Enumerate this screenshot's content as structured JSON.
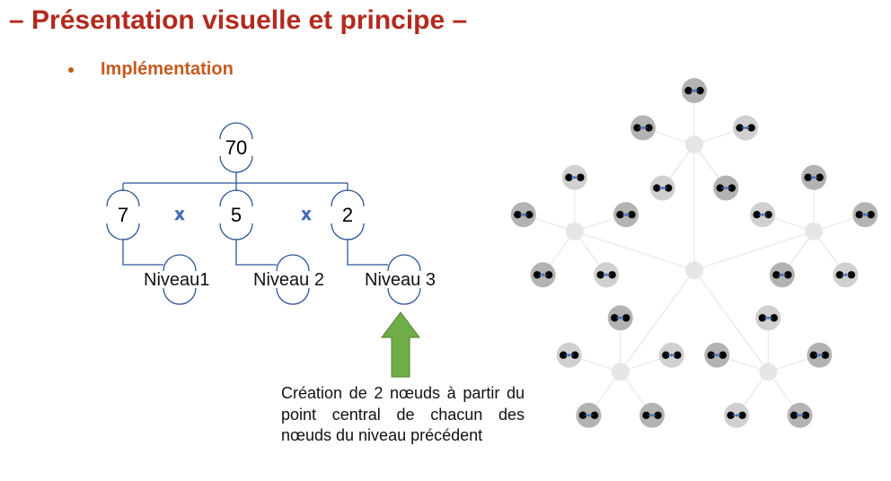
{
  "slide": {
    "title": "– Présentation visuelle et principe –",
    "bullet": "Implémentation",
    "colors": {
      "title": "#b22a1e",
      "bullet": "#c55a1e",
      "line": "#2f5597",
      "arrow": "#70ad47"
    }
  },
  "tree": {
    "root": "70",
    "children": [
      "7",
      "5",
      "2"
    ],
    "operator": "x",
    "levels": [
      "Niveau1",
      "Niveau 2",
      "Niveau 3"
    ]
  },
  "caption": "Création de 2 nœuds à partir du point central de chacun des nœuds du niveau précédent"
}
